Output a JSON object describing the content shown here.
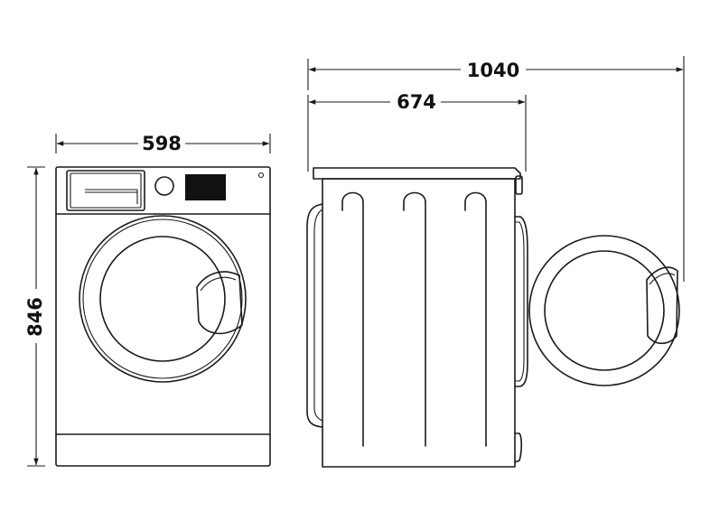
{
  "dimensions": {
    "width": "598",
    "height": "846",
    "depth": "674",
    "depth_door_open": "1040"
  }
}
